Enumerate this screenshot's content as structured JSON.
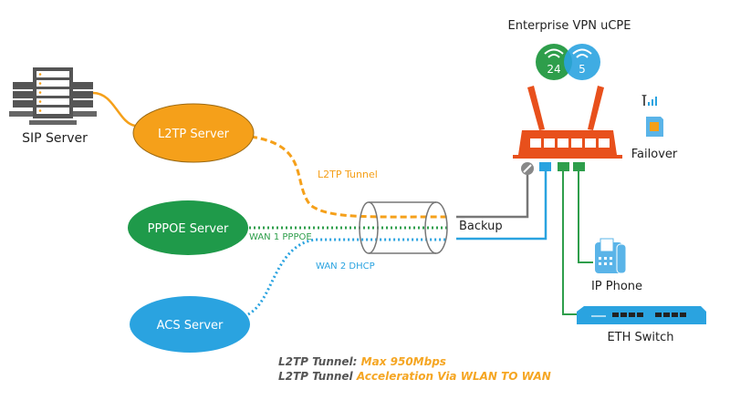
{
  "title": "Enterprise VPN uCPE",
  "nodes": {
    "sip_server": "SIP Server",
    "l2tp_server": "L2TP Server",
    "pppoe_server": "PPPOE Server",
    "acs_server": "ACS Server",
    "failover": "Failover",
    "ip_phone": "IP Phone",
    "eth_switch": "ETH Switch"
  },
  "wifi": {
    "band1": "24",
    "band2": "5"
  },
  "links": {
    "l2tp_tunnel": "L2TP Tunnel",
    "wan1": "WAN 1 PPPOE",
    "wan2": "WAN 2 DHCP",
    "backup": "Backup"
  },
  "notes": [
    {
      "prefix": "L2TP Tunnel:",
      "highlight": "Max 950Mbps"
    },
    {
      "prefix": "L2TP Tunnel",
      "highlight": "Acceleration Via WLAN TO WAN"
    }
  ],
  "colors": {
    "orange": "#f5a01a",
    "green": "#2e9e4b",
    "blue": "#2aa3e0",
    "router": "#e8501c",
    "gray": "#666666"
  }
}
